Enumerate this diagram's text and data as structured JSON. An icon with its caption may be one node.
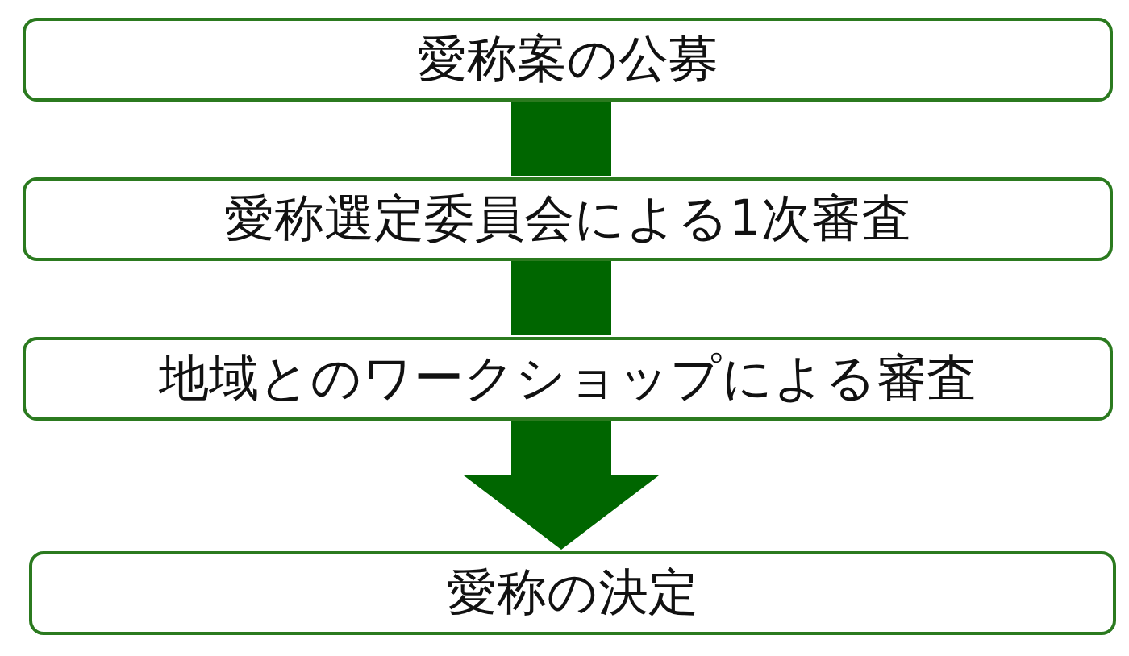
{
  "diagram": {
    "nodes": [
      {
        "text": [
          "愛称案の公募"
        ]
      },
      {
        "text": [
          "愛称選定委員会による1次審査"
        ]
      },
      {
        "text": [
          "地域とのワークショップによる審査"
        ]
      },
      {
        "text": [
          "愛称の決定"
        ]
      }
    ],
    "edges": [
      {
        "from": 0,
        "to": 1,
        "arrow": "none"
      },
      {
        "from": 1,
        "to": 2,
        "arrow": "none"
      },
      {
        "from": 2,
        "to": 3,
        "arrow": "to"
      }
    ]
  }
}
